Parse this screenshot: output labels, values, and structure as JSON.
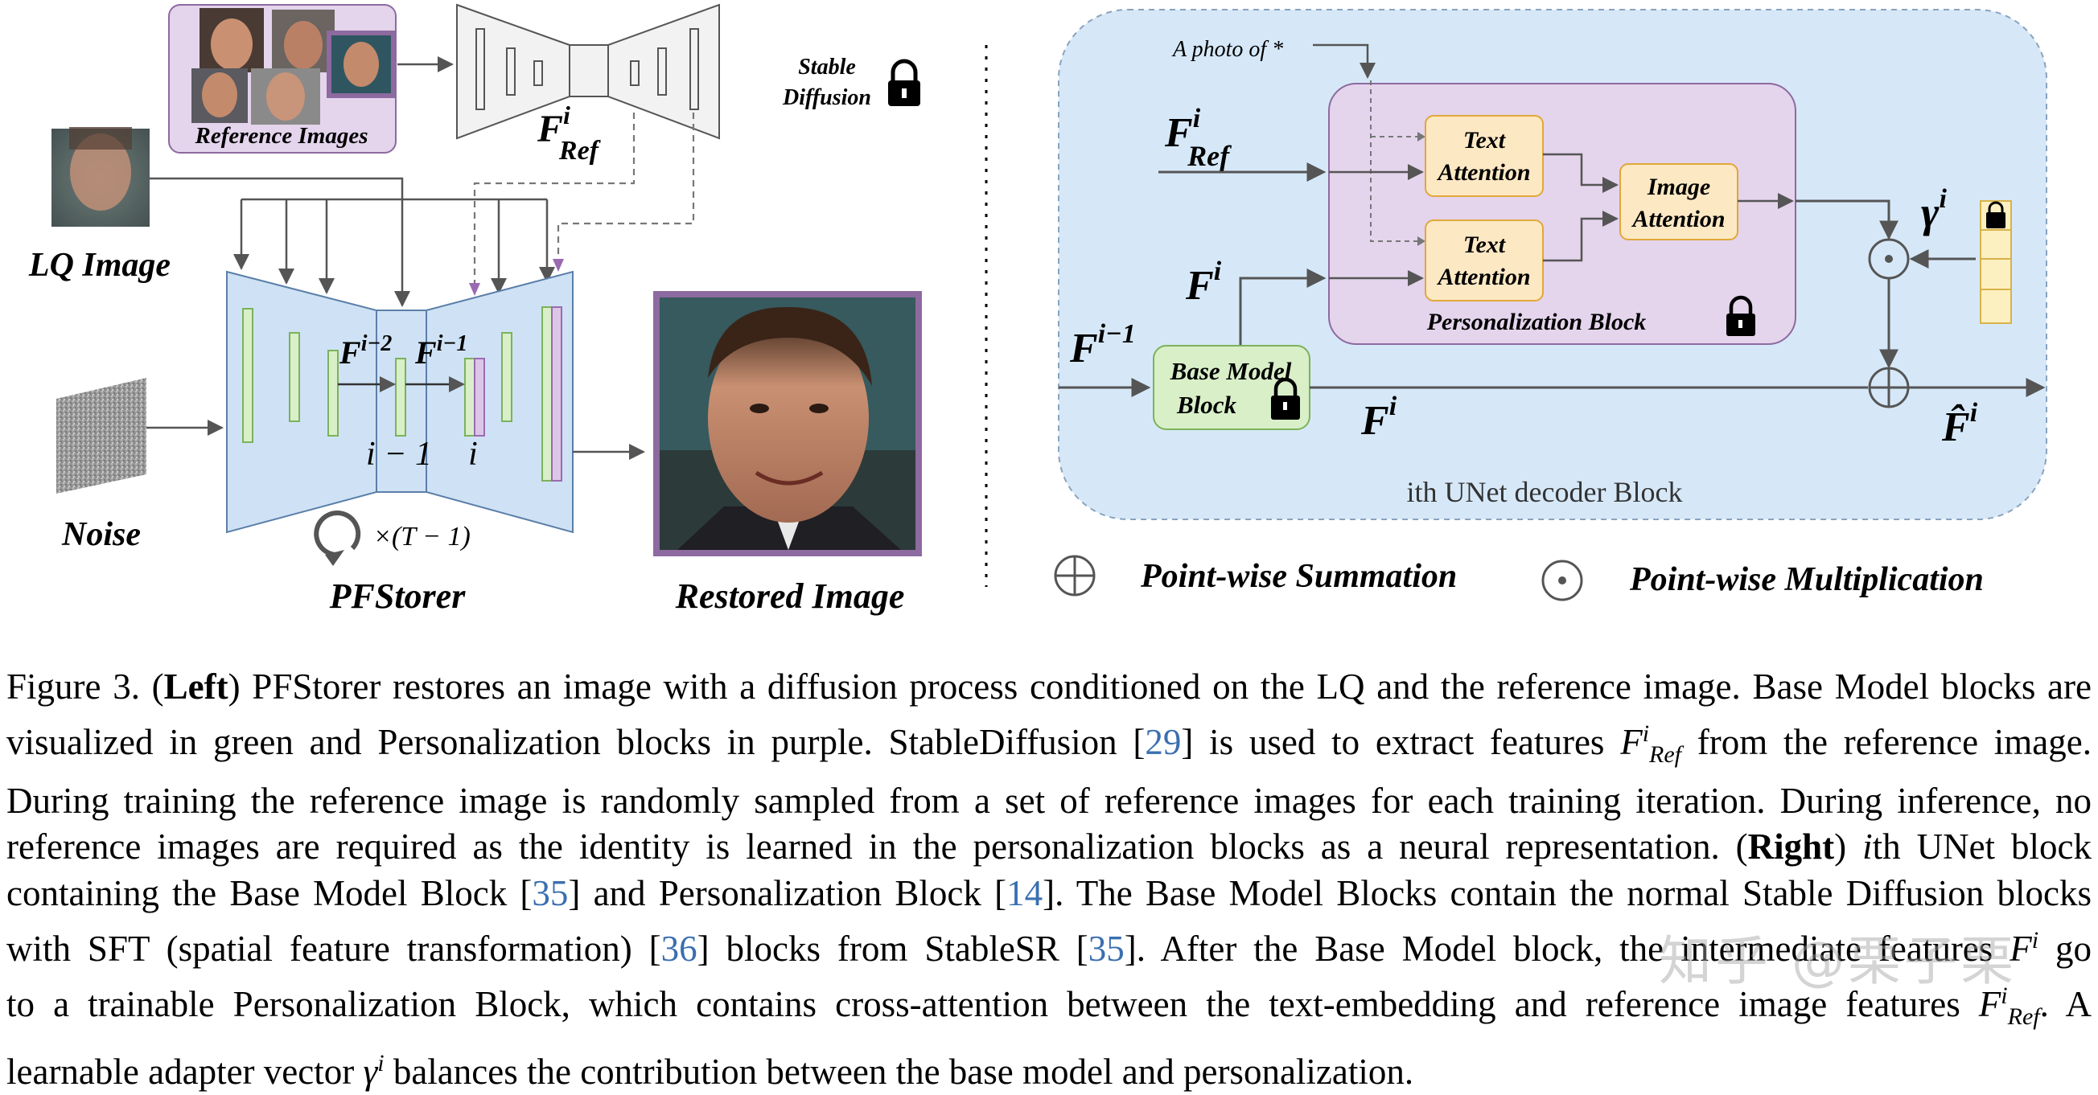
{
  "left": {
    "reference_images_label": "Reference Images",
    "f_ref_base": "F",
    "f_ref_sup": "i",
    "f_ref_sub": "Ref",
    "stable_diffusion_line1": "Stable",
    "stable_diffusion_line2": "Diffusion",
    "lq_image_label": "LQ Image",
    "noise_label": "Noise",
    "unet_label_left": "F",
    "unet_label_left_sup": "i−2",
    "unet_label_right": "F",
    "unet_label_right_sup": "i−1",
    "block_index_left": "i − 1",
    "block_index_right": "i",
    "loop_label": "×(T − 1)",
    "model_name": "PFStorer",
    "restored_label": "Restored Image"
  },
  "right": {
    "prompt_text": "A photo of *",
    "f_ref_base": "F",
    "f_ref_sup": "i",
    "f_ref_sub": "Ref",
    "text_attention_1_line1": "Text",
    "text_attention_1_line2": "Attention",
    "text_attention_2_line1": "Text",
    "text_attention_2_line2": "Attention",
    "image_attention_line1": "Image",
    "image_attention_line2": "Attention",
    "personalization_block_label": "Personalization Block",
    "gamma_base": "γ",
    "gamma_sup": "i",
    "f_i_upper": "F",
    "f_i_upper_sup": "i",
    "f_im1": "F",
    "f_im1_sup": "i−1",
    "base_model_line1": "Base Model",
    "base_model_line2": "Block",
    "f_i_lower": "F",
    "f_i_lower_sup": "i",
    "f_hat": "F̂",
    "f_hat_sup": "i",
    "decoder_block_label": "ith UNet decoder Block"
  },
  "legend": {
    "sum_label": "Point-wise Summation",
    "mul_label": "Point-wise Multiplication"
  },
  "caption": {
    "l1_a": "Figure 3. (",
    "l1_b": "Left",
    "l1_c": ") PFStorer restores an image with a diffusion process conditioned on the LQ and the reference image. Base Model blocks are",
    "l2_a": "visualized in green and Personalization blocks in purple.  StableDiffusion [",
    "l2_ref": "29",
    "l2_b": "] is used to extract features ",
    "l2_math": "F",
    "l2_sup": "i",
    "l2_sub": "Ref",
    "l2_c": " from the reference image.",
    "l3": "During training the reference image is randomly sampled from a set of reference images for each training iteration. During inference, no",
    "l4_a": "reference images are required as the identity is learned in the personalization blocks as a neural representation. (",
    "l4_b": "Right",
    "l4_c": ") ",
    "l4_i": "i",
    "l4_d": "th UNet block",
    "l5_a": "containing the Base Model Block [",
    "l5_ref1": "35",
    "l5_b": "] and Personalization Block [",
    "l5_ref2": "14",
    "l5_c": "]. The Base Model Blocks contain the normal Stable Diffusion blocks",
    "l6_a": "with SFT (spatial feature transformation) [",
    "l6_ref1": "36",
    "l6_b": "] blocks from StableSR [",
    "l6_ref2": "35",
    "l6_c": "].  After the Base Model block, the intermediate features ",
    "l6_math": "F",
    "l6_sup": "i",
    "l6_d": " go",
    "l7_a": "to a trainable Personalization Block, which contains cross-attention between the text-embedding and reference image features ",
    "l7_math": "F",
    "l7_sup": "i",
    "l7_sub": "Ref",
    "l7_b": ".  A",
    "l8_a": "learnable adapter vector ",
    "l8_math": "γ",
    "l8_sup": "i",
    "l8_b": " balances the contribution between the base model and personalization."
  },
  "watermark": "知乎 @栗子栗",
  "colors": {
    "reference_box": "#e4d4ec",
    "reference_border": "#8d6a9f",
    "unet_fill": "#cfe2f5",
    "unet_stroke": "#5b7fa8",
    "green_block": "#d8efc8",
    "green_stroke": "#7cb25a",
    "purple_block": "#dcc6e8",
    "attention_fill": "#fde8c4",
    "attention_stroke": "#e0a83a",
    "decoder_fill": "#d6e8f8",
    "gamma_fill": "#fdf0c0",
    "restored_border": "#8d6a9f",
    "citation": "#3a6fb0"
  }
}
